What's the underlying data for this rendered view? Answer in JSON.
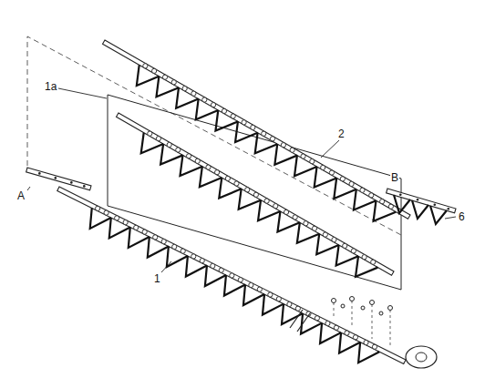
{
  "diagram": {
    "labels": [
      "1a",
      "2",
      "B",
      "A",
      "1",
      "6"
    ]
  }
}
